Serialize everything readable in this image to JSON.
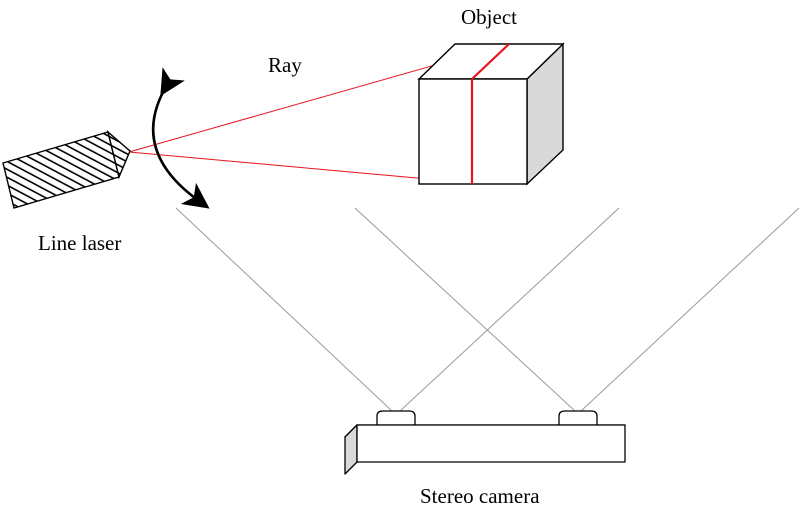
{
  "diagram": {
    "labels": {
      "object": "Object",
      "ray": "Ray",
      "line_laser": "Line laser",
      "stereo_camera": "Stereo camera"
    },
    "colors": {
      "laser_ray": "#e8141c",
      "outline": "#000000",
      "cube_side_shade": "#d9d9d9",
      "view_lines": "#9a9a9a",
      "background": "#ffffff"
    }
  }
}
